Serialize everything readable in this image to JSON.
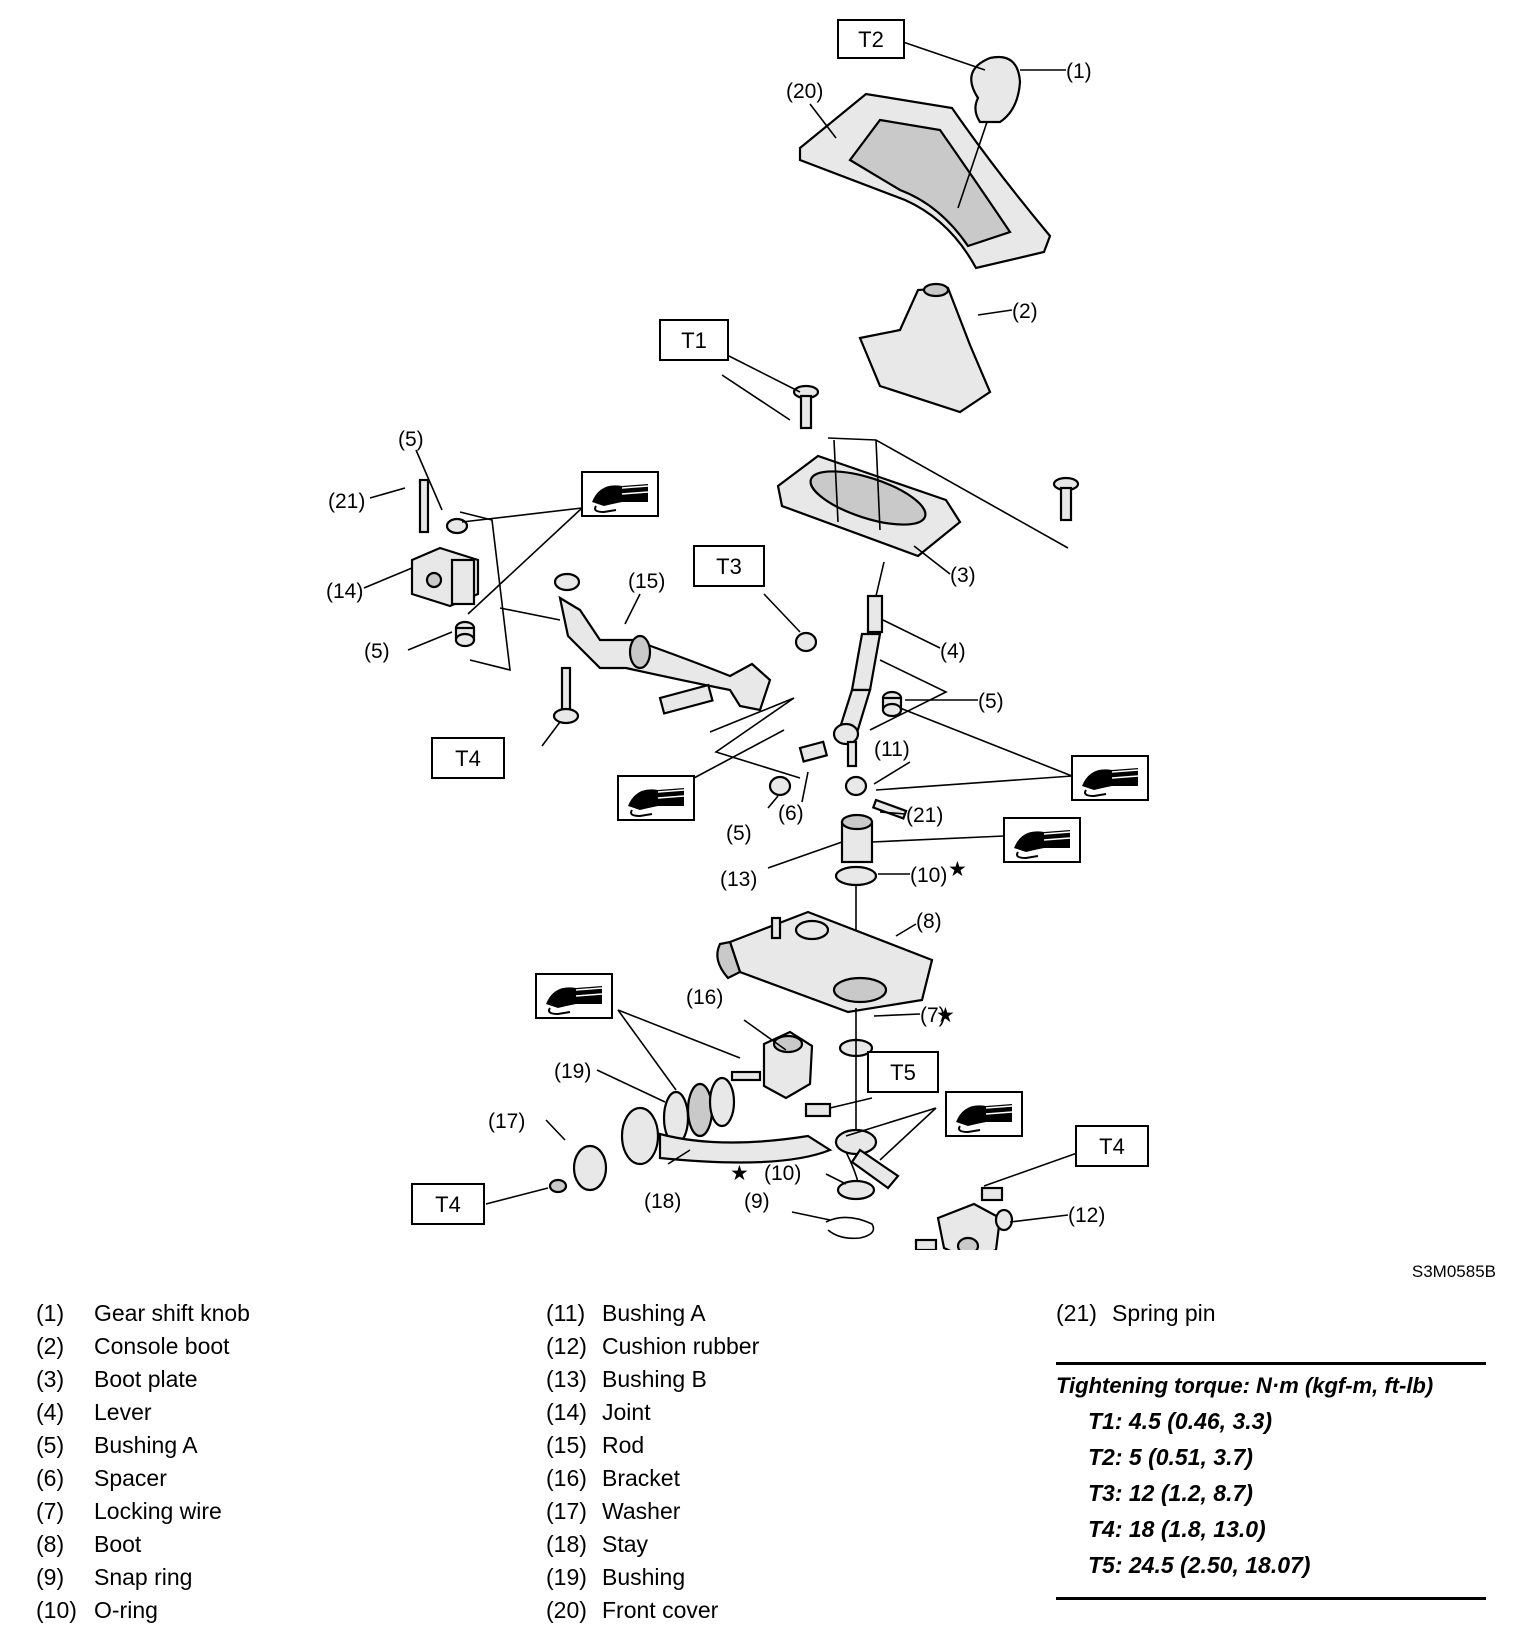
{
  "diagram": {
    "callouts": {
      "p1": "(1)",
      "p2": "(2)",
      "p3": "(3)",
      "p4": "(4)",
      "p5a": "(5)",
      "p5b": "(5)",
      "p5c": "(5)",
      "p5d": "(5)",
      "p6": "(6)",
      "p7": "(7)",
      "p8": "(8)",
      "p9": "(9)",
      "p10a": "(10)",
      "p10b": "(10)",
      "p11": "(11)",
      "p12": "(12)",
      "p13": "(13)",
      "p14": "(14)",
      "p15": "(15)",
      "p16": "(16)",
      "p17": "(17)",
      "p18": "(18)",
      "p19": "(19)",
      "p20": "(20)",
      "p21a": "(21)",
      "p21b": "(21)"
    },
    "torque_boxes": {
      "t1": "T1",
      "t2": "T2",
      "t3": "T3",
      "t4a": "T4",
      "t4b": "T4",
      "t4c": "T4",
      "t5": "T5"
    },
    "star": "★",
    "figure_code": "S3M0585B"
  },
  "legend": {
    "col1": [
      {
        "num": "(1)",
        "name": "Gear shift knob"
      },
      {
        "num": "(2)",
        "name": "Console boot"
      },
      {
        "num": "(3)",
        "name": "Boot plate"
      },
      {
        "num": "(4)",
        "name": "Lever"
      },
      {
        "num": "(5)",
        "name": "Bushing A"
      },
      {
        "num": "(6)",
        "name": "Spacer"
      },
      {
        "num": "(7)",
        "name": "Locking wire"
      },
      {
        "num": "(8)",
        "name": "Boot"
      },
      {
        "num": "(9)",
        "name": "Snap ring"
      },
      {
        "num": "(10)",
        "name": "O-ring"
      }
    ],
    "col2": [
      {
        "num": "(11)",
        "name": "Bushing A"
      },
      {
        "num": "(12)",
        "name": "Cushion rubber"
      },
      {
        "num": "(13)",
        "name": "Bushing B"
      },
      {
        "num": "(14)",
        "name": "Joint"
      },
      {
        "num": "(15)",
        "name": "Rod"
      },
      {
        "num": "(16)",
        "name": "Bracket"
      },
      {
        "num": "(17)",
        "name": "Washer"
      },
      {
        "num": "(18)",
        "name": "Stay"
      },
      {
        "num": "(19)",
        "name": "Bushing"
      },
      {
        "num": "(20)",
        "name": "Front cover"
      }
    ],
    "col3": [
      {
        "num": "(21)",
        "name": "Spring pin"
      }
    ]
  },
  "torque": {
    "title": "Tightening torque: N·m (kgf-m, ft-lb)",
    "rows": [
      "T1: 4.5 (0.46, 3.3)",
      "T2: 5 (0.51, 3.7)",
      "T3: 12 (1.2, 8.7)",
      "T4: 18 (1.8, 13.0)",
      "T5: 24.5 (2.50, 18.07)"
    ]
  },
  "colors": {
    "ink": "#000000",
    "part_fill": "#e8e8e8",
    "part_shade": "#c9c9c9"
  },
  "icons": {
    "grease": "grease-can-icon",
    "star": "star-icon"
  }
}
